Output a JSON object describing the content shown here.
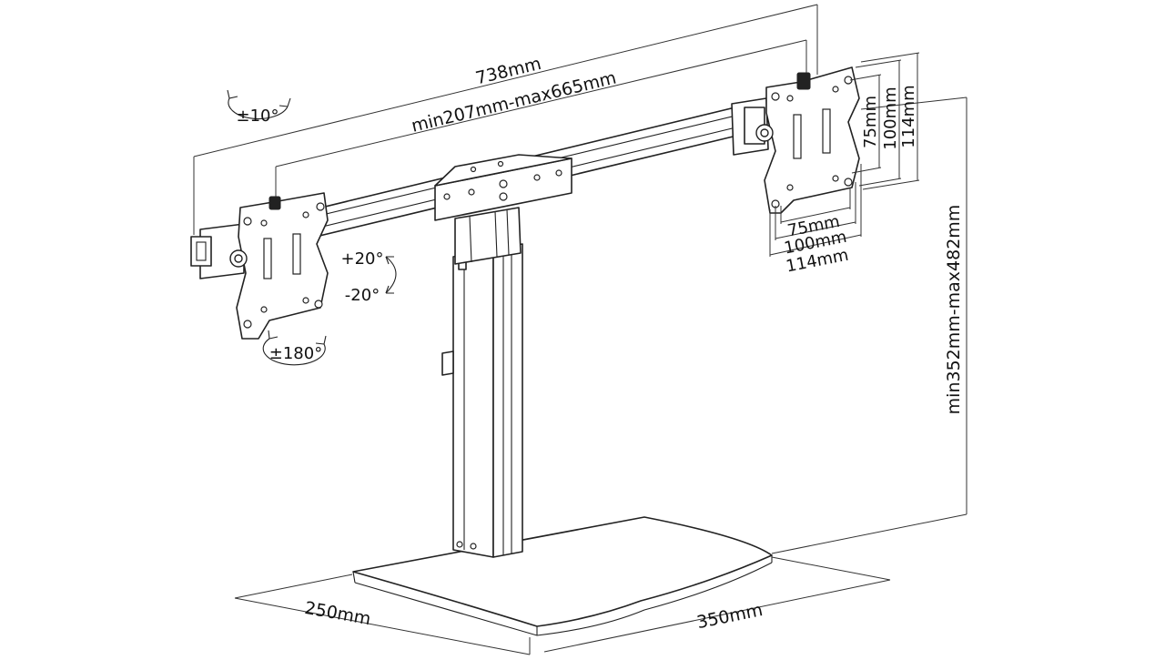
{
  "dimensions": {
    "total_width": "738mm",
    "adjust_width": "min207mm-max665mm",
    "height_range": "min352mm-max482mm",
    "base_depth": "250mm",
    "base_width": "350mm"
  },
  "vesa": {
    "horizontal": [
      "75mm",
      "100mm",
      "114mm"
    ],
    "vertical": [
      "75mm",
      "100mm",
      "114mm"
    ]
  },
  "rotations": {
    "tilt_up": "+20°",
    "tilt_down": "-20°",
    "swivel": "±10°",
    "rotate": "±180°"
  }
}
